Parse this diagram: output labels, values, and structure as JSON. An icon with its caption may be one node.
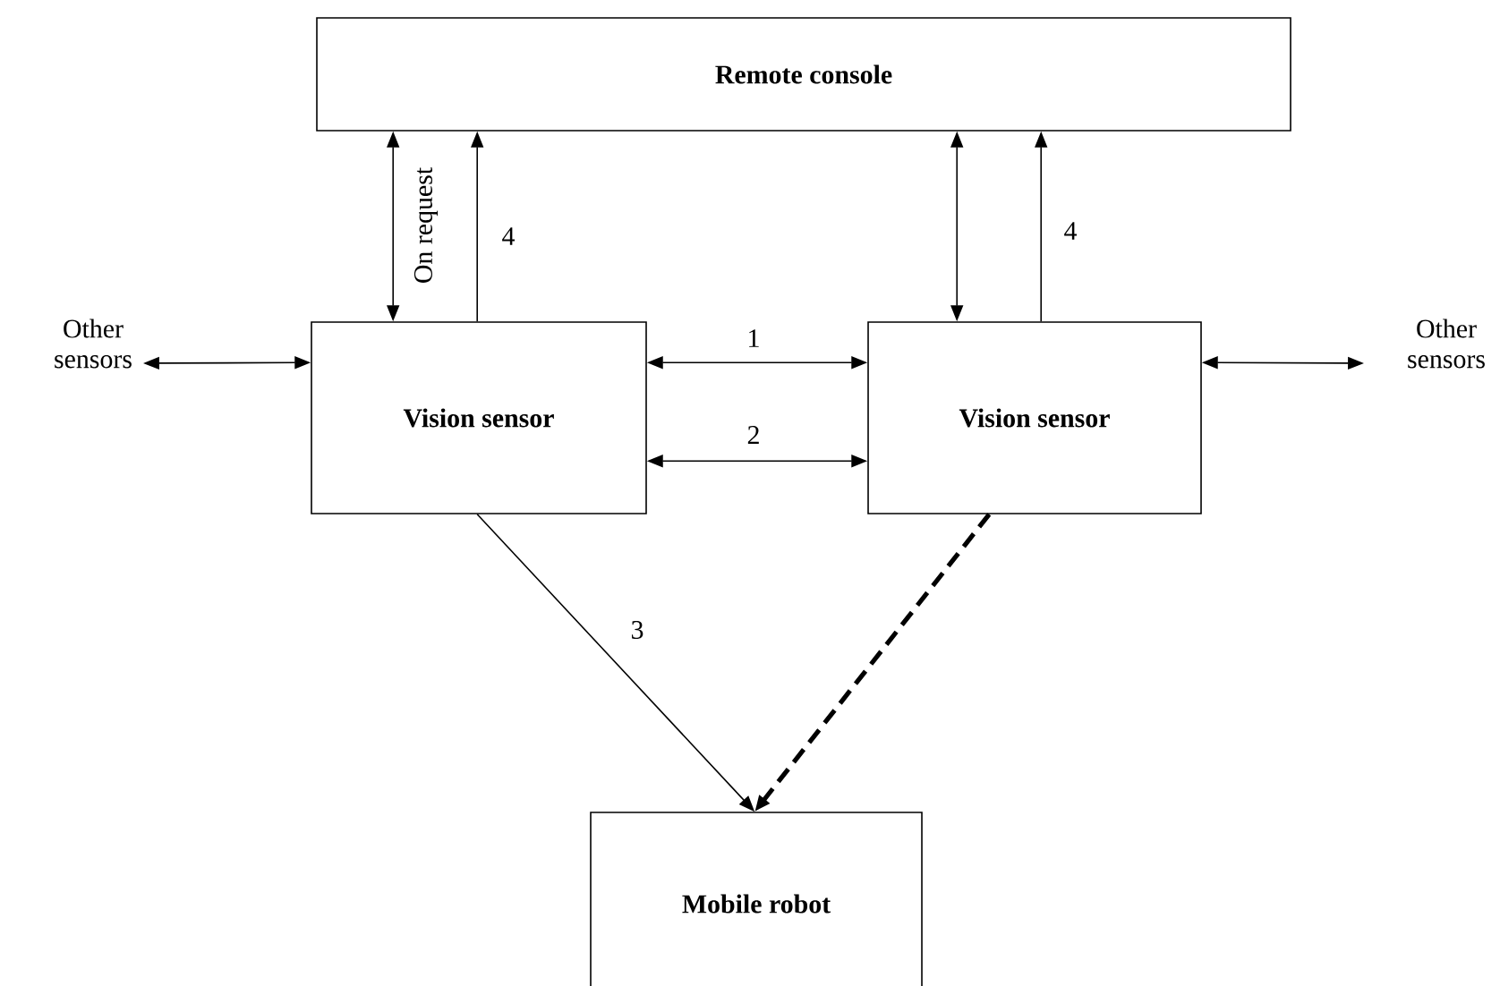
{
  "diagram": {
    "nodes": [
      {
        "text": [
          "Remote console"
        ]
      },
      {
        "text": [
          "Vision sensor"
        ]
      },
      {
        "text": [
          "Vision sensor"
        ]
      },
      {
        "text": [
          "Mobile robot"
        ]
      },
      {
        "text": [
          "Other sensors"
        ]
      },
      {
        "text": [
          "Other sensors"
        ]
      }
    ],
    "edges": [
      {
        "from": 1,
        "to": 0,
        "arrow": "both",
        "label": "On request"
      },
      {
        "from": 1,
        "to": 0,
        "arrow": "to",
        "label": "4"
      },
      {
        "from": 2,
        "to": 0,
        "arrow": "both"
      },
      {
        "from": 2,
        "to": 0,
        "arrow": "to",
        "label": "4"
      },
      {
        "from": 1,
        "to": 2,
        "arrow": "both",
        "label": "1"
      },
      {
        "from": 1,
        "to": 2,
        "arrow": "both",
        "label": "2"
      },
      {
        "from": 1,
        "to": 3,
        "arrow": "to",
        "label": "3"
      },
      {
        "from": 2,
        "to": 3,
        "arrow": "to",
        "style": "dashed"
      },
      {
        "from": 4,
        "to": 1,
        "arrow": "both"
      },
      {
        "from": 2,
        "to": 5,
        "arrow": "both"
      }
    ]
  }
}
